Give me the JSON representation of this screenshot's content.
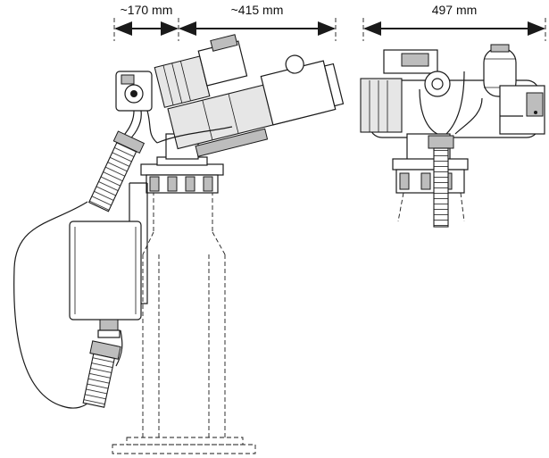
{
  "dimensions": {
    "base_offset": "~170 mm",
    "reach": "~415 mm",
    "width": "497 mm"
  },
  "colors": {
    "line": "#1a1a1a",
    "fill_light": "#e6e6e6",
    "fill_mid": "#bdbdbd",
    "background": "#ffffff"
  }
}
